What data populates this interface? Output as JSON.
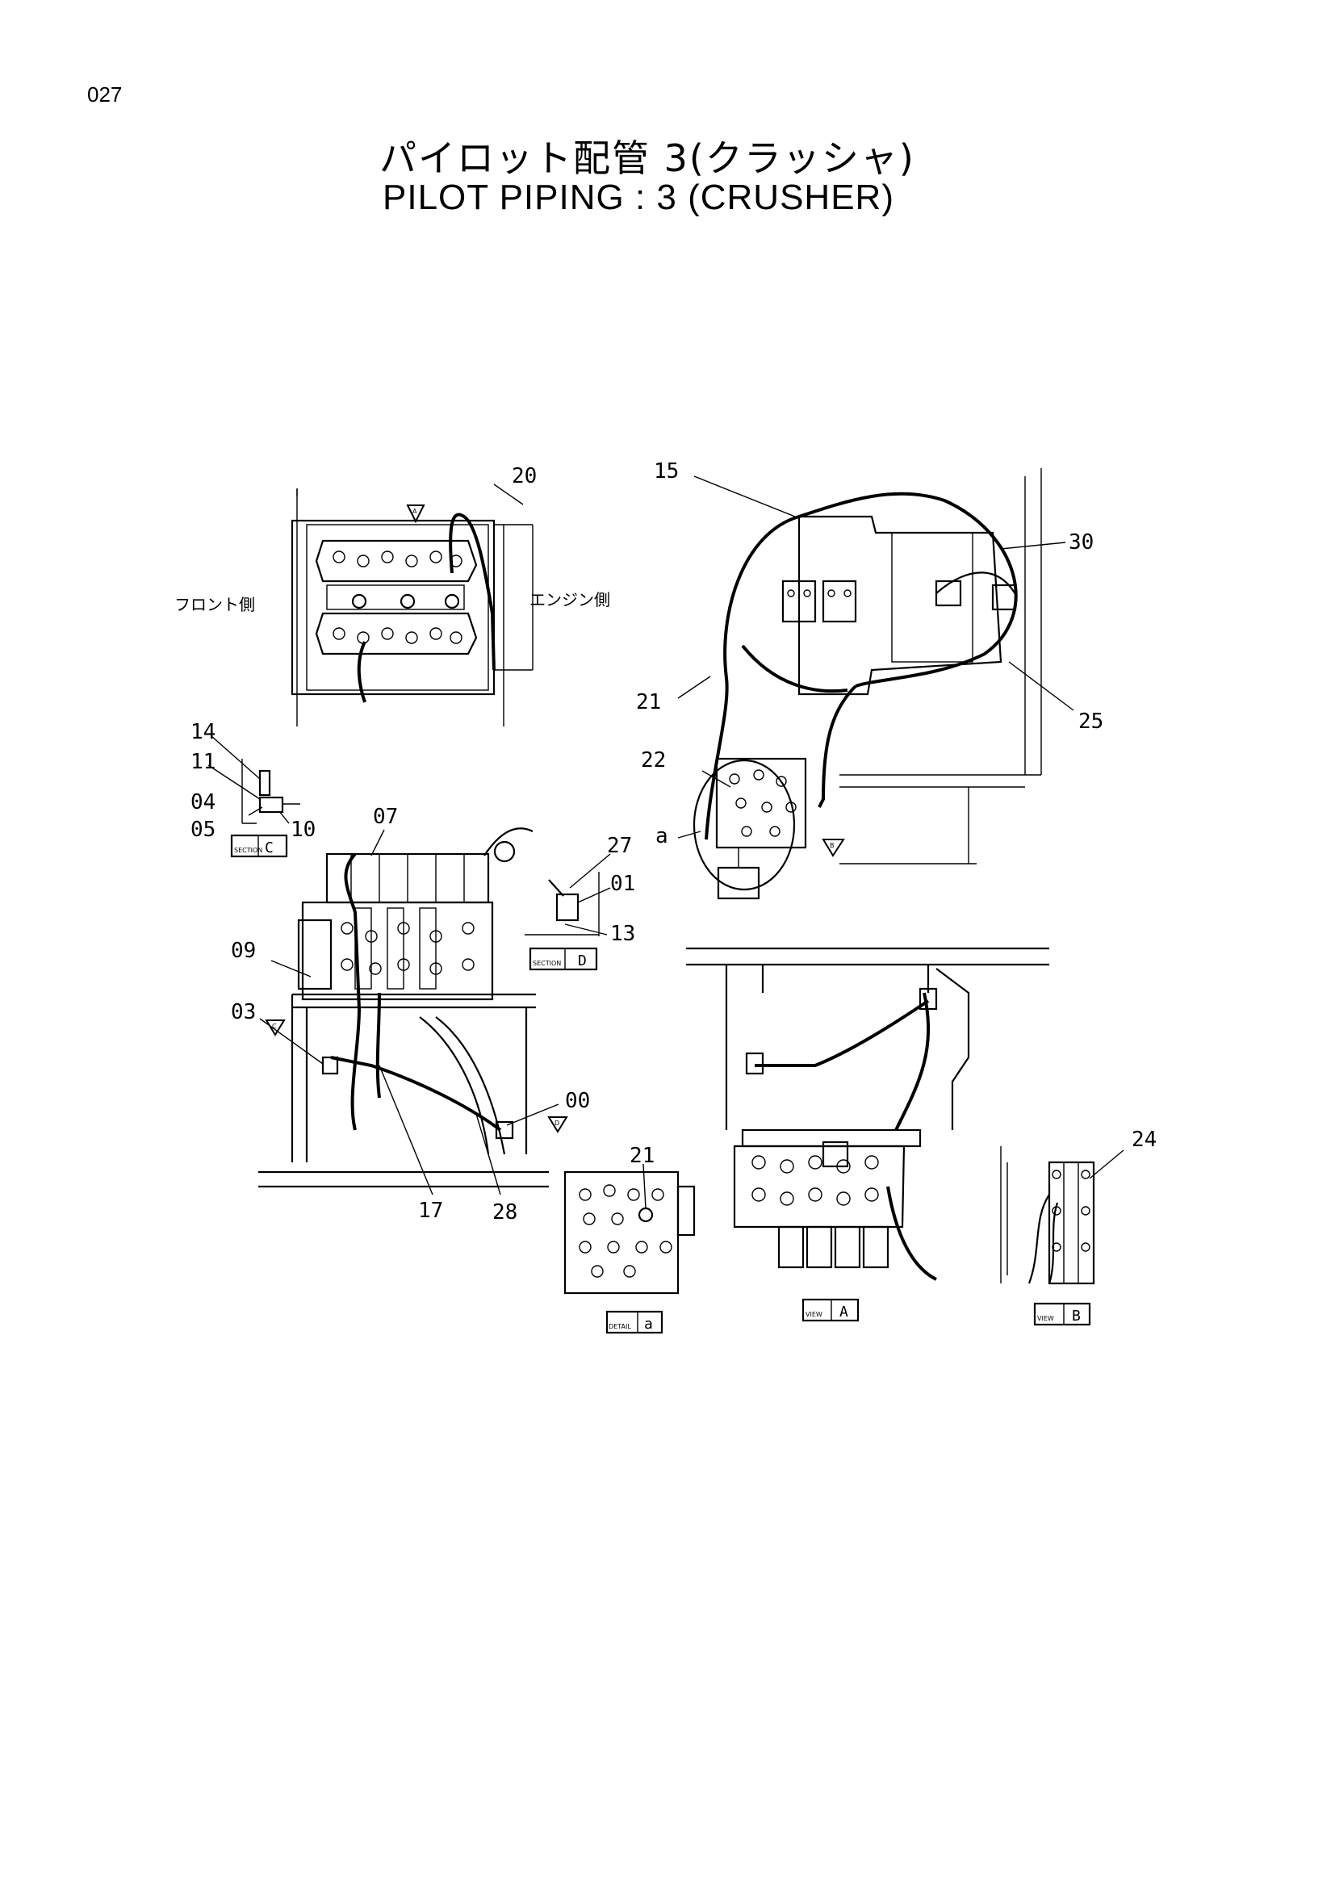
{
  "page_number": "027",
  "title_jp": "パイロット配管 3(クラッシャ)",
  "title_en": "PILOT PIPING : 3 (CRUSHER)",
  "side_labels": {
    "front": "フロント側",
    "engine": "エンジン側"
  },
  "callouts": {
    "c20": "20",
    "c15": "15",
    "c30": "30",
    "c21a": "21",
    "c25": "25",
    "c22": "22",
    "c14": "14",
    "c11": "11",
    "c04": "04",
    "c05": "05",
    "c10": "10",
    "c07": "07",
    "c27": "27",
    "c01": "01",
    "c13": "13",
    "c09": "09",
    "c03": "03",
    "c00": "00",
    "c17": "17",
    "c28": "28",
    "c21b": "21",
    "c24": "24",
    "view_a_top": "A",
    "view_b_top": "B",
    "view_c_arrow": "C",
    "view_d_arrow": "D",
    "detail_a_small": "a"
  },
  "view_boxes": {
    "section_c": {
      "caption": "SECTION",
      "letter": "C"
    },
    "section_d": {
      "caption": "SECTION",
      "letter": "D"
    },
    "detail_a": {
      "caption": "DETAIL",
      "letter": "a"
    },
    "view_a": {
      "caption": "VIEW",
      "letter": "A"
    },
    "view_b": {
      "caption": "VIEW",
      "letter": "B"
    }
  }
}
